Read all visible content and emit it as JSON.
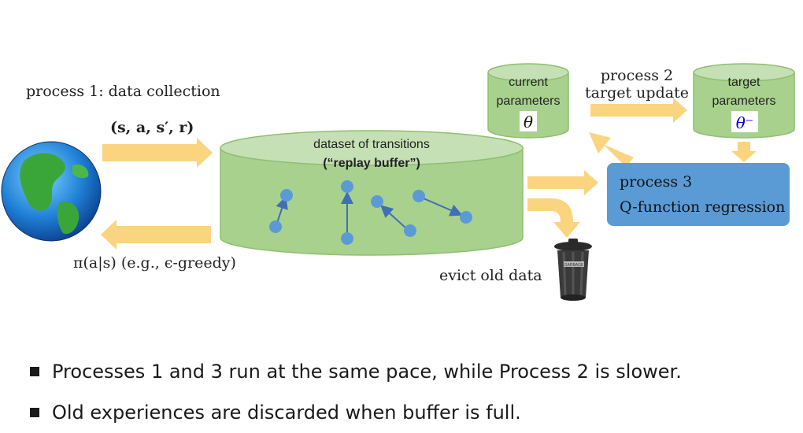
{
  "labels": {
    "process1": "process 1: data collection",
    "transition": "(s, a, s′, r)",
    "policy": "π(a|s) (e.g., ϵ-greedy)",
    "dataset": "dataset of transitions",
    "replay_buffer": "(“replay buffer”)",
    "current_params_line1": "current",
    "current_params_line2": "parameters",
    "theta": "θ",
    "target_params_line1": "target",
    "target_params_line2": "parameters",
    "theta_minus": "θ⁻",
    "process2_line1": "process 2",
    "process2_line2": "target update",
    "process3_line1": "process 3",
    "process3_line2": "Q-function regression",
    "evict": "evict old data",
    "trash_label": "GARBAGE"
  },
  "bullets": [
    "Processes 1 and 3 run at the same pace, while Process 2 is slower.",
    "Old experiences are discarded when buffer is full."
  ],
  "colors": {
    "cylinder_fill": "#a9d18e",
    "cylinder_top": "#c5e0b4",
    "cylinder_stroke": "#8fbf6f",
    "arrow": "#fbd47f",
    "process3_box": "#5b9bd5",
    "dots": "#5b9bd5",
    "theta_minus": "#0000cc"
  }
}
